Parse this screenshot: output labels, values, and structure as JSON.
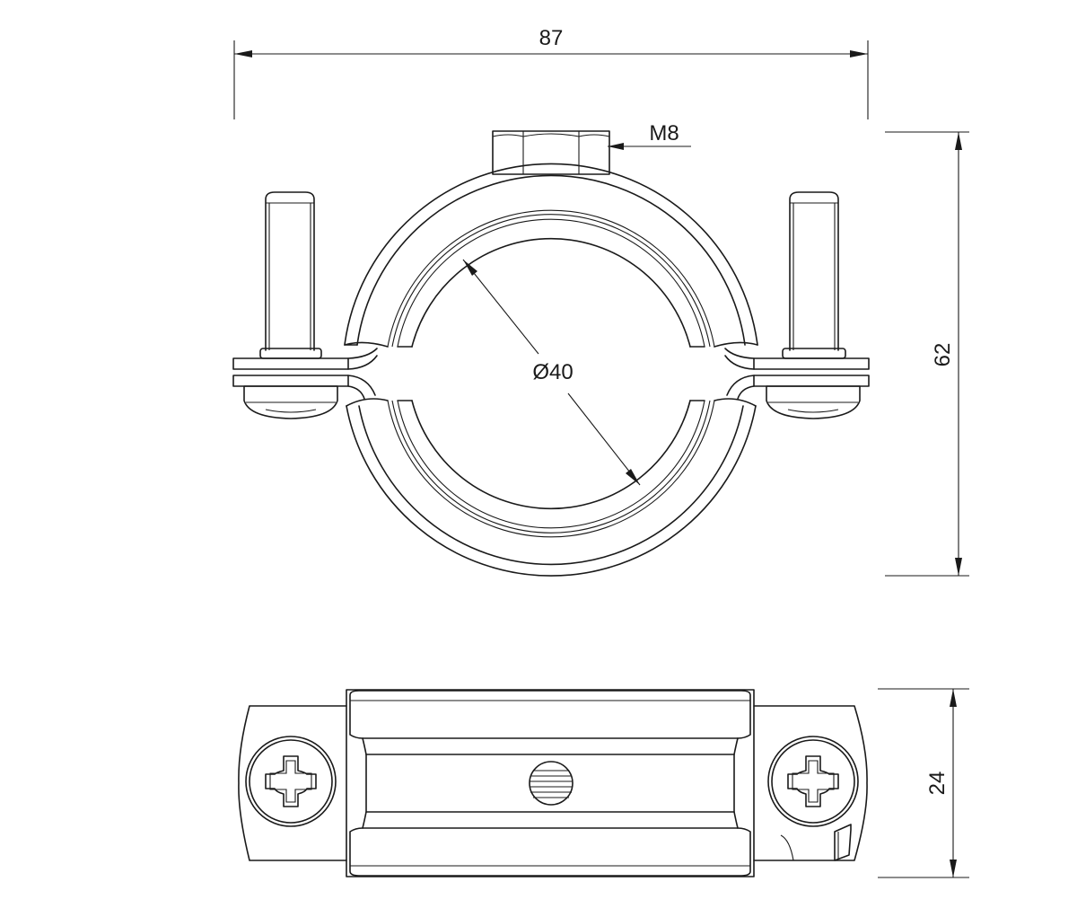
{
  "dimensions": {
    "width": "87",
    "height": "62",
    "thread": "M8",
    "diameter": "Ø40",
    "depth": "24"
  }
}
